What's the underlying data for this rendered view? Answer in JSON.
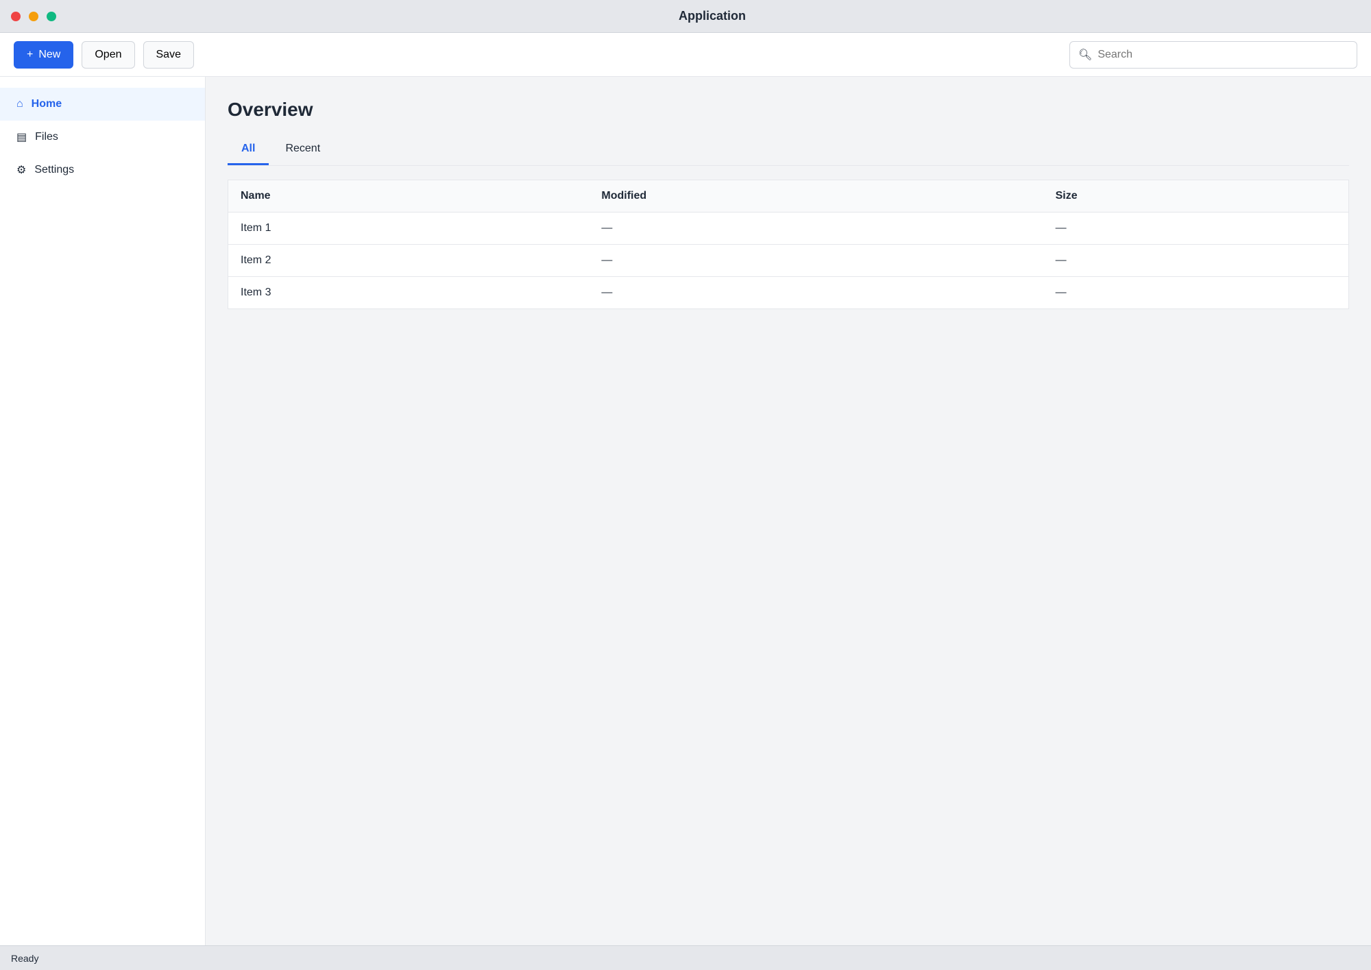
{
  "window": {
    "title": "Application"
  },
  "toolbar": {
    "new_label": "New",
    "open_label": "Open",
    "save_label": "Save",
    "search_placeholder": "Search"
  },
  "sidebar": {
    "items": [
      {
        "label": "Home",
        "icon": "home-icon"
      },
      {
        "label": "Files",
        "icon": "folder-icon"
      },
      {
        "label": "Settings",
        "icon": "gear-icon"
      }
    ]
  },
  "main": {
    "title": "Overview",
    "tabs": [
      {
        "label": "All"
      },
      {
        "label": "Recent"
      }
    ],
    "table": {
      "headers": [
        "Name",
        "Modified",
        "Size"
      ],
      "rows": [
        [
          "Item 1",
          "—",
          "—"
        ],
        [
          "Item 2",
          "—",
          "—"
        ],
        [
          "Item 3",
          "—",
          "—"
        ]
      ]
    }
  },
  "status": {
    "text": "Ready"
  },
  "colors": {
    "accent": "#2563eb",
    "close": "#ef4444",
    "minimize": "#f59e0b",
    "maximize": "#10b981"
  }
}
